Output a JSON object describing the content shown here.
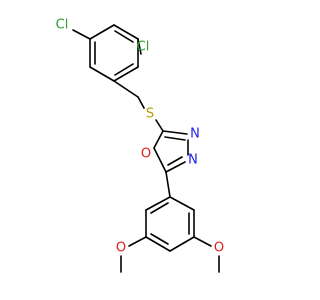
{
  "molecule": {
    "atoms": {
      "cl_top": "Cl",
      "cl_right": "Cl",
      "sulfur": "S",
      "n_upper": "N",
      "n_lower": "N",
      "o_ring": "O",
      "o_left": "O",
      "o_right": "O"
    },
    "colors": {
      "bond": "#000000",
      "chlorine": "#2ea02e",
      "sulfur": "#b5a000",
      "nitrogen": "#1e1ee6",
      "oxygen": "#e01b1b"
    }
  }
}
